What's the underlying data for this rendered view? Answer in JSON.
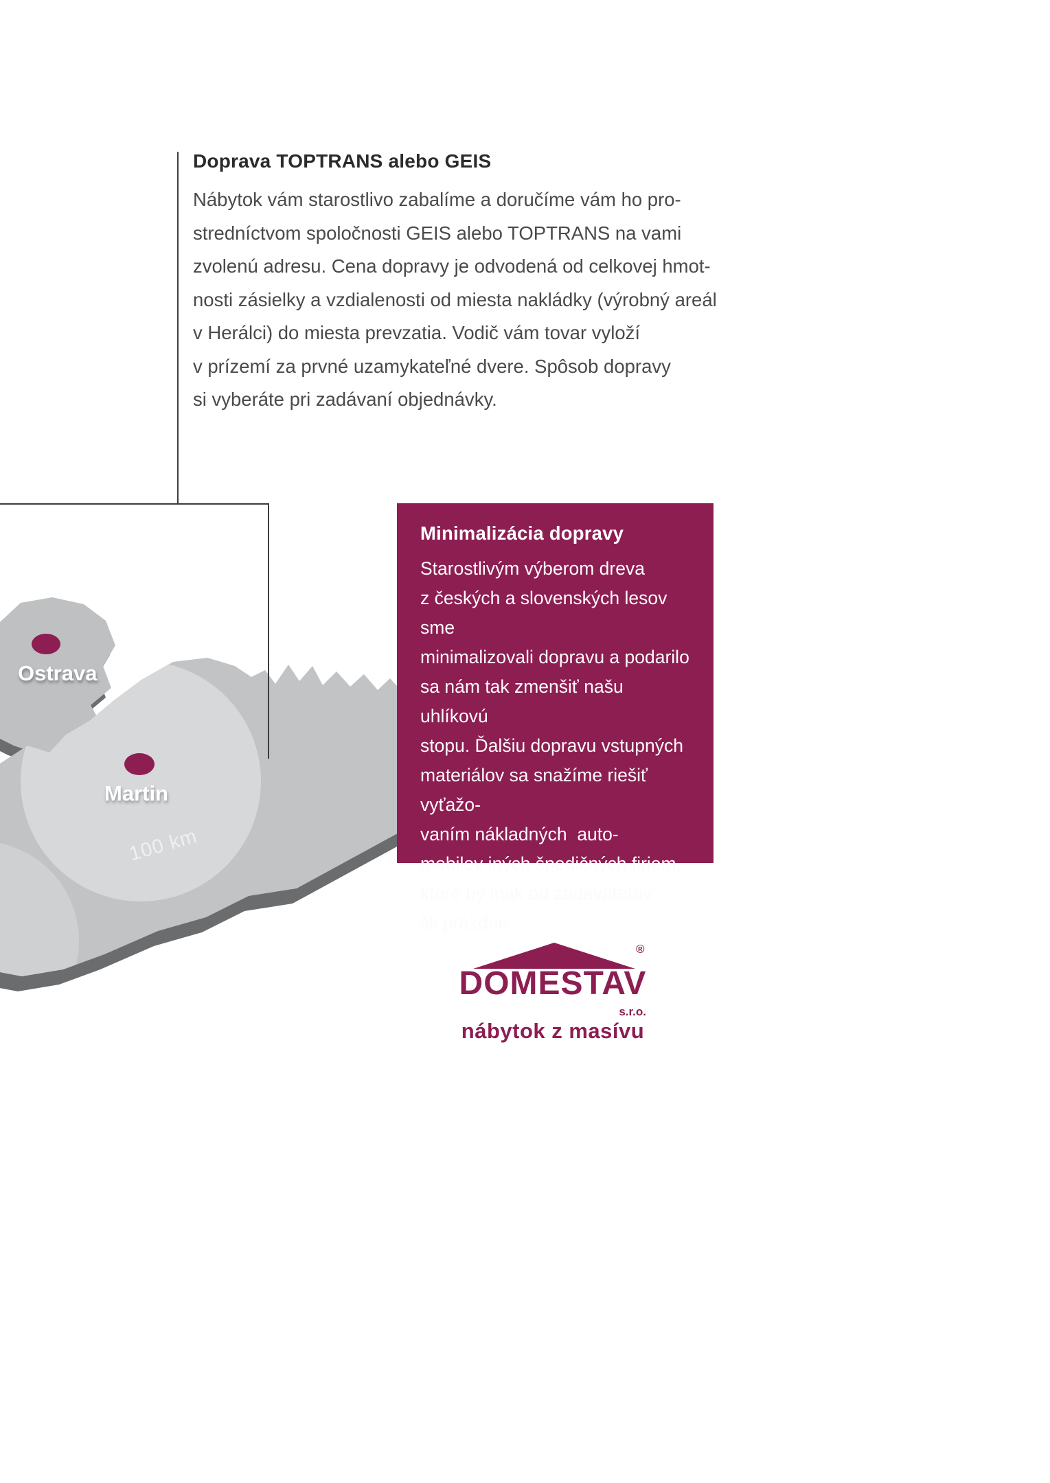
{
  "colors": {
    "accent": "#8d1e52",
    "body_text": "#4a4a4a",
    "heading_text": "#2b2b2b",
    "leader_line": "#3c3c3c",
    "map_land": "#c2c3c5",
    "map_shadow": "#6b6c6e",
    "map_radius_circle": "#d7d8da",
    "box_background": "#8d1e52",
    "box_text": "#ffffff"
  },
  "shipping": {
    "heading": "Doprava TOPTRANS alebo GEIS",
    "lines": [
      "Nábytok vám starostlivo zabalíme a doručíme vám ho pro-",
      "stredníctvom spoločnosti GEIS alebo TOPTRANS na vami",
      "zvolenú adresu. Cena dopravy je odvodená od celkovej hmot-",
      "nosti zásielky a vzdialenosti od miesta nakládky (výrobný areál",
      "v Herálci) do miesta prevzatia. Vodič vám tovar vyloží",
      "v prízemí za prvné uzamykateľné dvere. Spôsob dopravy",
      "si vyberáte pri zadávaní objednávky."
    ]
  },
  "map": {
    "city1": "Ostrava",
    "city2": "Martin",
    "radius_label": "100 km"
  },
  "minimization": {
    "heading": "Minimalizácia dopravy",
    "lines": [
      "Starostlivým výberom dreva",
      "z českých a slovenských lesov sme",
      "minimalizovali dopravu a podarilo",
      "sa nám tak zmenšiť našu uhlíkovú",
      "stopu. Ďalšiu dopravu vstupných",
      "materiálov sa snažíme riešiť vyťažo-",
      "vaním nákladných  auto-",
      "mobilov iných špedičných firiem,",
      "ktoré by inak od zadávateľov",
      "šli prázdne."
    ]
  },
  "logo": {
    "brand": "DOMESTAV",
    "registered": "®",
    "company_suffix": "s.r.o.",
    "tagline": "nábytok z masívu"
  }
}
